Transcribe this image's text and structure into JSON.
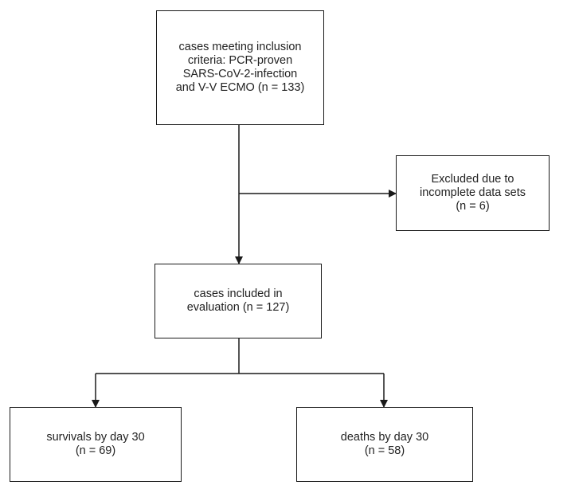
{
  "boxes": {
    "inclusion": {
      "lines": [
        "cases meeting inclusion",
        "criteria: PCR-proven",
        "SARS-CoV-2-infection",
        "and V-V ECMO (n = 133)"
      ]
    },
    "excluded": {
      "lines": [
        "Excluded due to",
        "incomplete data sets",
        "(n = 6)"
      ]
    },
    "evaluation": {
      "lines": [
        "cases included in",
        "evaluation  (n = 127)"
      ]
    },
    "survivals": {
      "lines": [
        "survivals  by day 30",
        "(n = 69)"
      ]
    },
    "deaths": {
      "lines": [
        "deaths by day 30",
        "(n = 58)"
      ]
    }
  }
}
